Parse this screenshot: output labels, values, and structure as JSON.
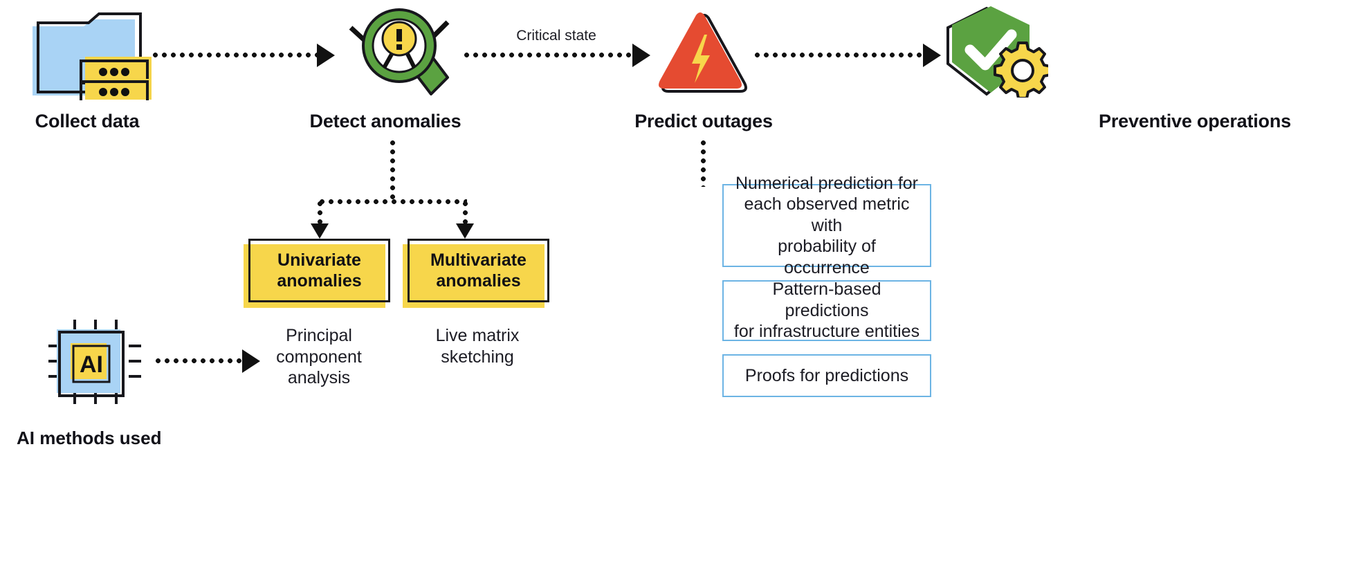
{
  "diagram": {
    "title_flow": "AIOps anomaly-to-prevention pipeline",
    "stages": [
      {
        "id": "collect",
        "label": "Collect data",
        "icon": "database-folder-icon"
      },
      {
        "id": "detect",
        "label": "Detect anomalies",
        "icon": "magnifier-alert-icon"
      },
      {
        "id": "predict",
        "label": "Predict outages",
        "icon": "warning-triangle-bolt-icon"
      },
      {
        "id": "preventive",
        "label": "Preventive operations",
        "icon": "shield-check-gear-icon"
      }
    ],
    "edges": [
      {
        "from": "collect",
        "to": "detect",
        "label": ""
      },
      {
        "from": "detect",
        "to": "predict",
        "label": "Critical state"
      },
      {
        "from": "predict",
        "to": "preventive",
        "label": ""
      }
    ],
    "anomaly_boxes": [
      {
        "id": "univariate",
        "line1": "Univariate",
        "line2": "anomalies",
        "color": "#F7D64B"
      },
      {
        "id": "multivariate",
        "line1": "Multivariate",
        "line2": "anomalies",
        "color": "#F7D64B"
      }
    ],
    "methods": [
      {
        "id": "pca",
        "text": "Principal\ncomponent\nanalysis"
      },
      {
        "id": "sketch",
        "text": "Live matrix\nsketching"
      }
    ],
    "prediction_cards": [
      {
        "id": "numerical",
        "text": "Numerical prediction for\neach observed metric with\nprobability of occurrence"
      },
      {
        "id": "pattern",
        "text": "Pattern-based predictions\nfor infrastructure entities"
      },
      {
        "id": "proofs",
        "text": "Proofs for predictions"
      }
    ],
    "ai_block": {
      "chip_label": "AI",
      "note": "AI methods used"
    },
    "colors": {
      "accent_yellow": "#F7D64B",
      "accent_blue": "#A9D3F5",
      "card_border_blue": "#6CB4E4",
      "green": "#5BA241",
      "green_dark": "#4E8F38",
      "red": "#E54B31",
      "ink": "#17171C"
    }
  }
}
